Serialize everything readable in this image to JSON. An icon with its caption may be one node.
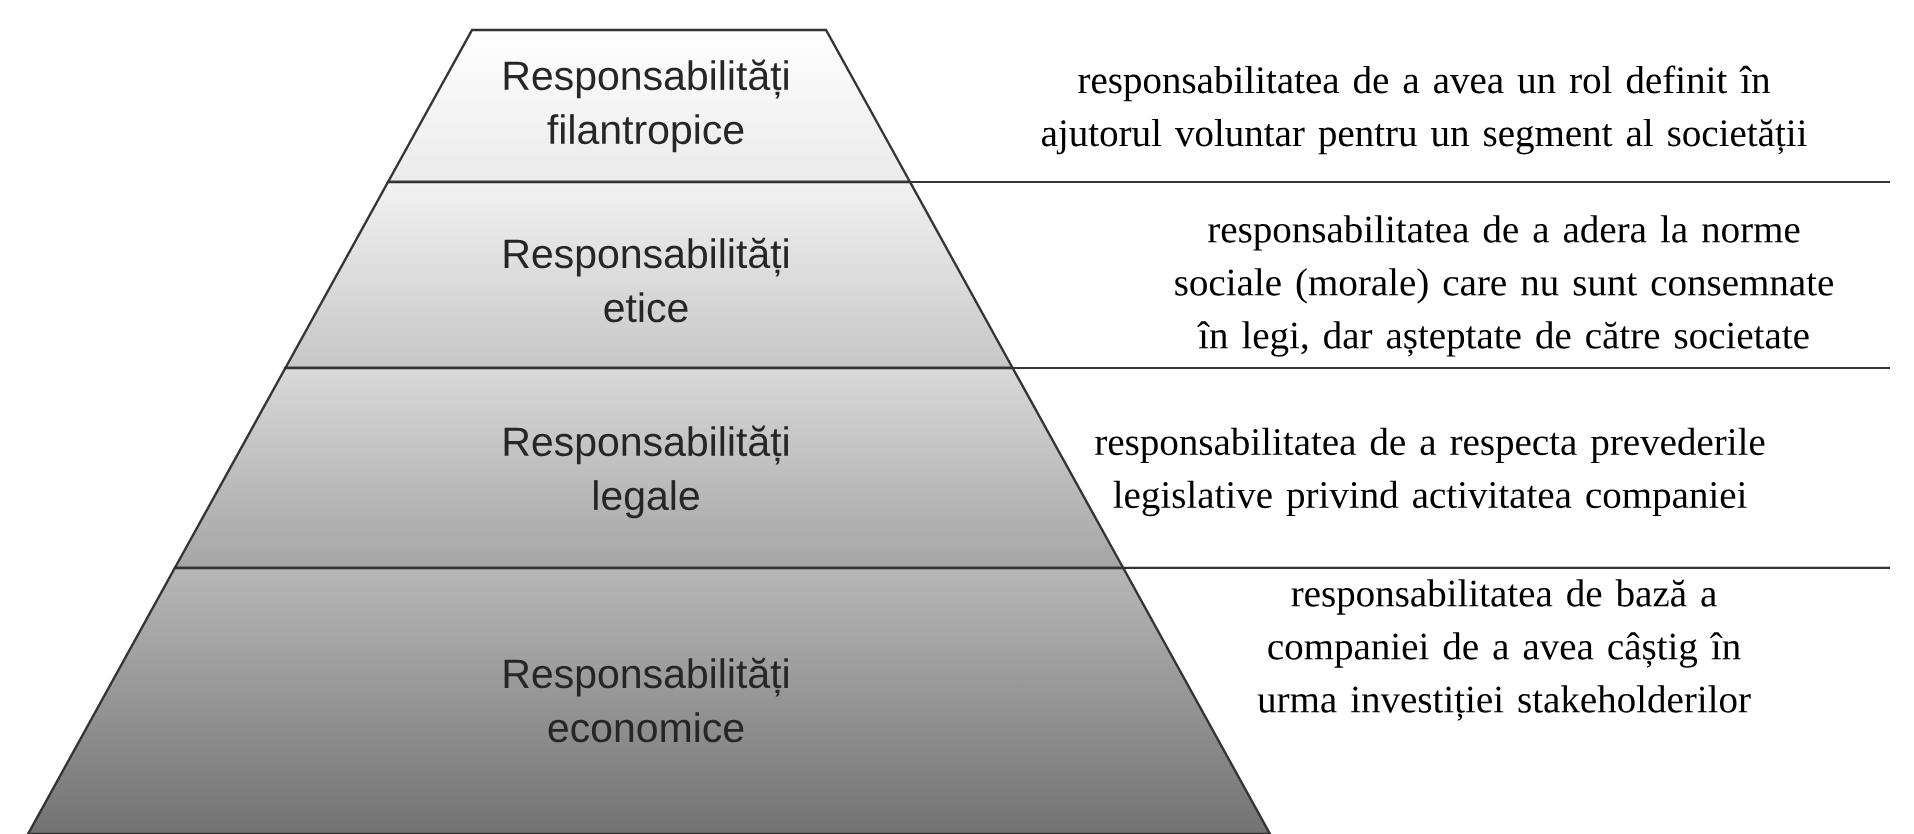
{
  "diagram": {
    "nodes": [
      {
        "text": [
          "Responsabilități filantropice"
        ]
      },
      {
        "text": [
          "Responsabilități etice"
        ]
      },
      {
        "text": [
          "Responsabilități legale"
        ]
      },
      {
        "text": [
          "Responsabilități economice"
        ]
      }
    ],
    "labels": [
      "responsabilitatea de a avea un rol definit în ajutorul voluntar pentru un segment al societății",
      "responsabilitatea de a adera la norme sociale (morale) care nu sunt consemnate în legi,  dar așteptate de către societate",
      "responsabilitatea de a respecta prevederile legislative privind activitatea companiei",
      "responsabilitatea de bază a companiei de a avea câștig în urma investiției stakeholderilor"
    ]
  }
}
